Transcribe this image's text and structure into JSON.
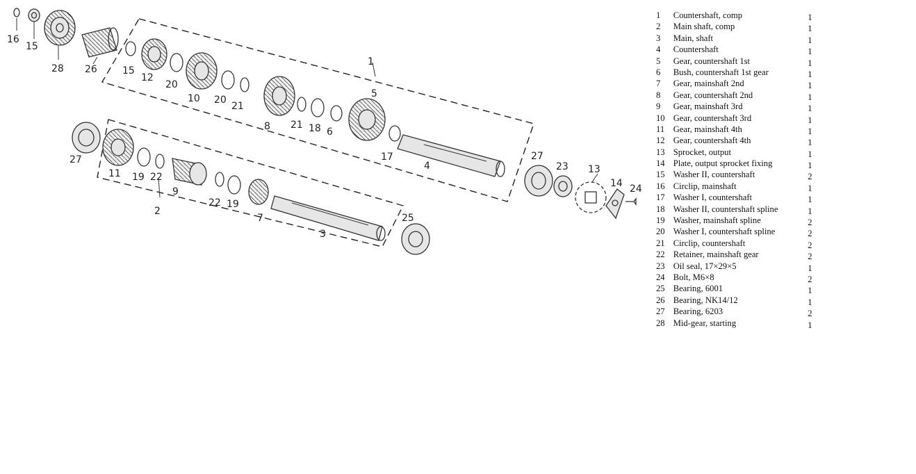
{
  "callouts": [
    "16",
    "15",
    "28",
    "26",
    "15",
    "12",
    "20",
    "10",
    "20",
    "21",
    "8",
    "21",
    "18",
    "6",
    "5",
    "1",
    "17",
    "4",
    "27",
    "11",
    "19",
    "22",
    "9",
    "22",
    "19",
    "7",
    "2",
    "3",
    "25",
    "27",
    "23",
    "13",
    "14",
    "24"
  ],
  "parts": [
    {
      "num": "1",
      "desc": "Countershaft, comp",
      "qty": "1"
    },
    {
      "num": "2",
      "desc": "Main shaft, comp",
      "qty": "1"
    },
    {
      "num": "3",
      "desc": "Main, shaft",
      "qty": "1"
    },
    {
      "num": "4",
      "desc": "Countershaft",
      "qty": "1"
    },
    {
      "num": "5",
      "desc": "Gear, countershaft 1st",
      "qty": "1"
    },
    {
      "num": "6",
      "desc": "Bush, countershaft 1st gear",
      "qty": "1"
    },
    {
      "num": "7",
      "desc": "Gear, mainshaft 2nd",
      "qty": "1"
    },
    {
      "num": "8",
      "desc": "Gear, countershaft 2nd",
      "qty": "1"
    },
    {
      "num": "9",
      "desc": "Gear, mainshaft 3rd",
      "qty": "1"
    },
    {
      "num": "10",
      "desc": "Gear, countershaft 3rd",
      "qty": "1"
    },
    {
      "num": "11",
      "desc": "Gear, mainshaft 4th",
      "qty": "1"
    },
    {
      "num": "12",
      "desc": "Gear, countershaft 4th",
      "qty": "1"
    },
    {
      "num": "13",
      "desc": "Sprocket, output",
      "qty": "1"
    },
    {
      "num": "14",
      "desc": "Plate, output sprocket fixing",
      "qty": "1"
    },
    {
      "num": "15",
      "desc": "Washer II, countershaft",
      "qty": "2"
    },
    {
      "num": "16",
      "desc": "Circlip, mainshaft",
      "qty": "1"
    },
    {
      "num": "17",
      "desc": "Washer I, countershaft",
      "qty": "1"
    },
    {
      "num": "18",
      "desc": "Washer II, countershaft spline",
      "qty": "1"
    },
    {
      "num": "19",
      "desc": "Washer, mainshaft spline",
      "qty": "2"
    },
    {
      "num": "20",
      "desc": "Washer I, countershaft spline",
      "qty": "2"
    },
    {
      "num": "21",
      "desc": "Circlip, countershaft",
      "qty": "2"
    },
    {
      "num": "22",
      "desc": "Retainer, mainshaft gear",
      "qty": "2"
    },
    {
      "num": "23",
      "desc": "Oil seal, 17×29×5",
      "qty": "1"
    },
    {
      "num": "24",
      "desc": "Bolt, M6×8",
      "qty": "2"
    },
    {
      "num": "25",
      "desc": "Bearing, 6001",
      "qty": "1"
    },
    {
      "num": "26",
      "desc": "Bearing, NK14/12",
      "qty": "1"
    },
    {
      "num": "27",
      "desc": "Bearing, 6203",
      "qty": "2"
    },
    {
      "num": "28",
      "desc": "Mid-gear, starting",
      "qty": "1"
    }
  ]
}
